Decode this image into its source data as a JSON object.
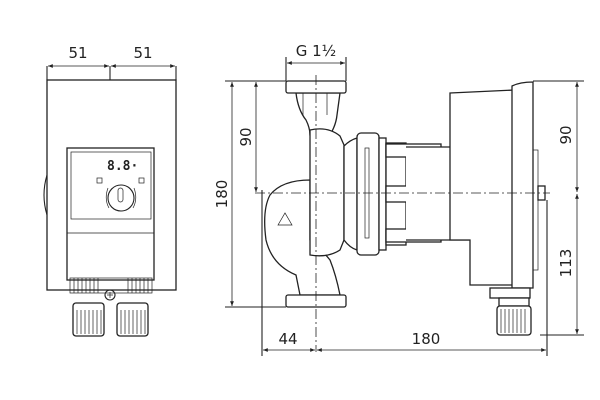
{
  "front_view": {
    "width_left": "51",
    "width_right": "51",
    "display_readout": "8.8·"
  },
  "side_view": {
    "thread_size": "G 1½",
    "total_height": "180",
    "upper_half_height": "90",
    "head_upper_height": "90",
    "head_lower_height": "113",
    "inlet_offset": "44",
    "installation_length": "180"
  }
}
